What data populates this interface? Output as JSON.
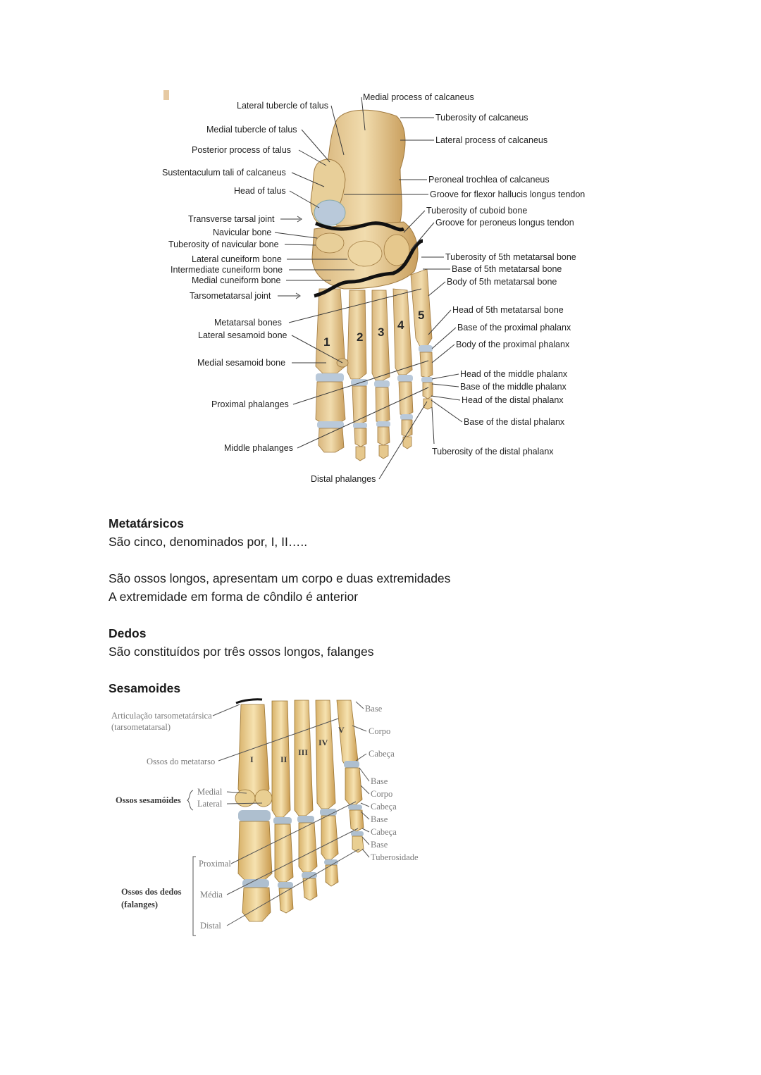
{
  "figure1": {
    "labels_left": [
      "Lateral tubercle of talus",
      "Medial tubercle of talus",
      "Posterior process of talus",
      "Sustentaculum tali of calcaneus",
      "Head of talus",
      "Transverse tarsal joint",
      "Navicular bone",
      "Tuberosity of navicular bone",
      "Lateral cuneiform bone",
      "Intermediate cuneiform bone",
      "Medial cuneiform bone",
      "Tarsometatarsal joint",
      "Metatarsal bones",
      "Lateral sesamoid bone",
      "Medial sesamoid bone",
      "Proximal phalanges",
      "Middle phalanges",
      "Distal phalanges"
    ],
    "labels_right": [
      "Medial process of calcaneus",
      "Tuberosity of calcaneus",
      "Lateral process of calcaneus",
      "Peroneal trochlea of calcaneus",
      "Groove for flexor hallucis longus tendon",
      "Tuberosity of cuboid bone",
      "Groove for peroneus longus tendon",
      "Tuberosity of 5th metatarsal bone",
      "Base of 5th metatarsal bone",
      "Body of 5th metatarsal bone",
      "Head of 5th metatarsal bone",
      "Base of the proximal phalanx",
      "Body of the proximal phalanx",
      "Head of the middle phalanx",
      "Base of the middle phalanx",
      "Head of the distal phalanx",
      "Base of the distal phalanx",
      "Tuberosity of the distal phalanx"
    ],
    "numbers": [
      "1",
      "2",
      "3",
      "4",
      "5"
    ]
  },
  "text": {
    "metatarsicos_heading": "Metatársicos",
    "metatarsicos_line1": "São cinco, denominados por, I, II…..",
    "metatarsicos_line2": "São ossos longos, apresentam um corpo e duas extremidades",
    "metatarsicos_line3": "A extremidade em forma de côndilo é anterior",
    "dedos_heading": "Dedos",
    "dedos_line1": "São constituídos por três ossos longos, falanges",
    "sesamoides_heading": "Sesamoides"
  },
  "figure2": {
    "joint_label_1": "Articulação tarsometatársica",
    "joint_label_2": "(tarsometatarsal)",
    "metatarso_label": "Ossos do metatarso",
    "sesamoid_group": "Ossos sesamóides",
    "medial": "Medial",
    "lateral": "Lateral",
    "dedos_group_1": "Ossos dos dedos",
    "dedos_group_2": "(falanges)",
    "proximal": "Proximal",
    "media": "Média",
    "distal": "Distal",
    "right_labels": [
      "Base",
      "Corpo",
      "Cabeça",
      "Base",
      "Corpo",
      "Cabeça",
      "Base",
      "Cabeça",
      "Base",
      "Tuberosidade"
    ],
    "roman": [
      "I",
      "II",
      "III",
      "IV",
      "V"
    ]
  }
}
